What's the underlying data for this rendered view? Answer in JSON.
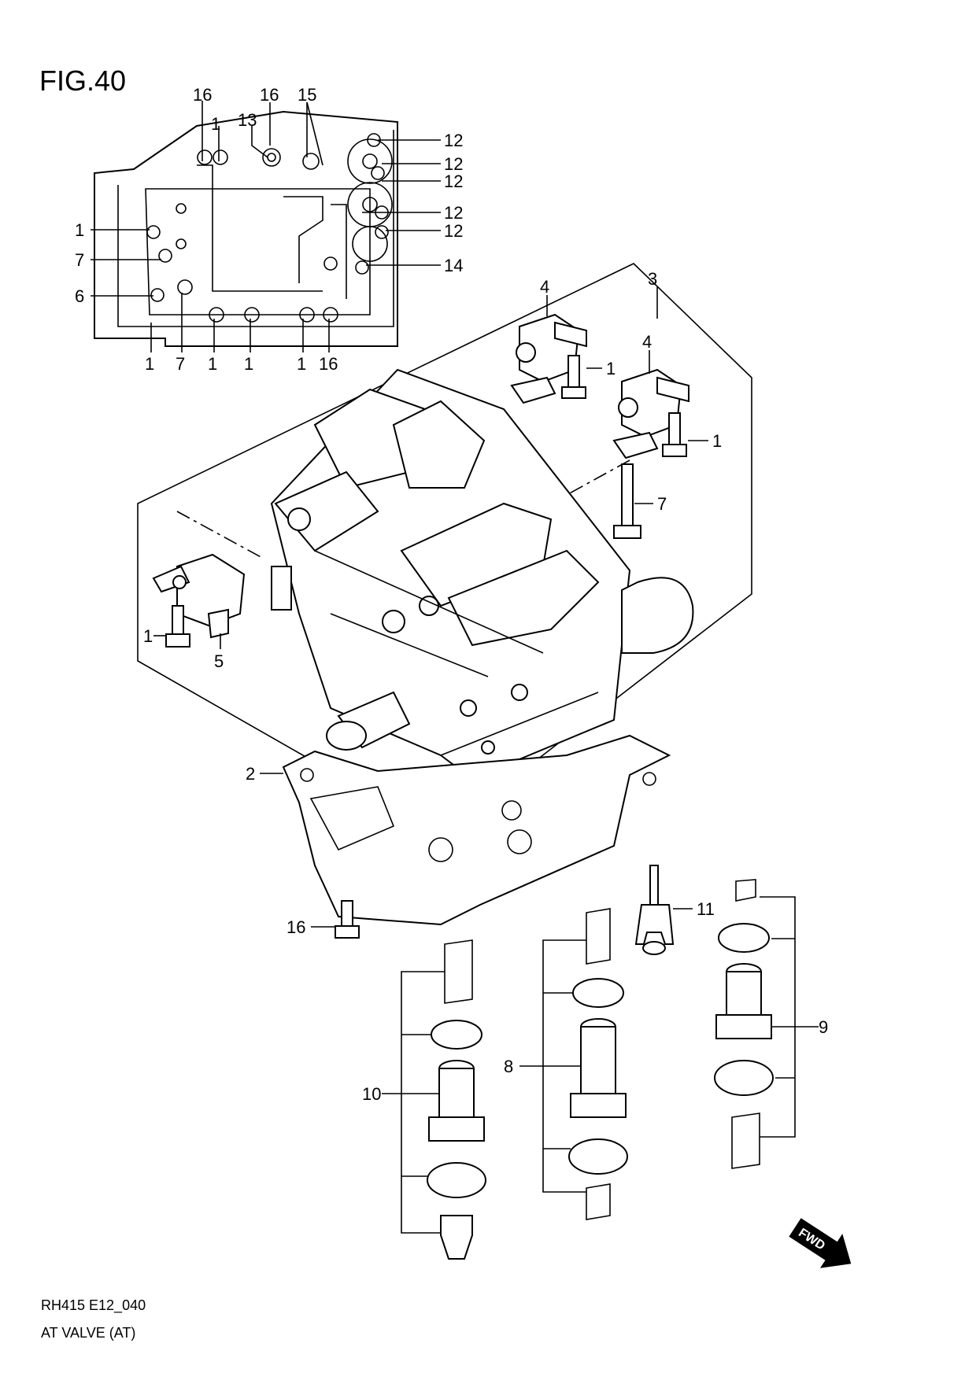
{
  "figure": {
    "title": "FIG.40",
    "code": "RH415 E12_040",
    "name": "AT VALVE (AT)",
    "fwd": "FWD"
  },
  "callouts": {
    "top16a": "16",
    "top16b": "16",
    "top15": "15",
    "top13": "13",
    "top1a": "1",
    "r12a": "12",
    "r12b": "12",
    "r12c": "12",
    "r12d": "12",
    "r12e": "12",
    "r14": "14",
    "l1": "1",
    "l7": "7",
    "l6": "6",
    "b1a": "1",
    "b7": "7",
    "b1b": "1",
    "b1c": "1",
    "b1d": "1",
    "b16": "16",
    "p3": "3",
    "p4a": "4",
    "p4b": "4",
    "p1a": "1",
    "p1b": "1",
    "p7": "7",
    "p1c": "1",
    "p5": "5",
    "p2": "2",
    "p16": "16",
    "p11": "11",
    "p9": "9",
    "p8": "8",
    "p10": "10"
  }
}
